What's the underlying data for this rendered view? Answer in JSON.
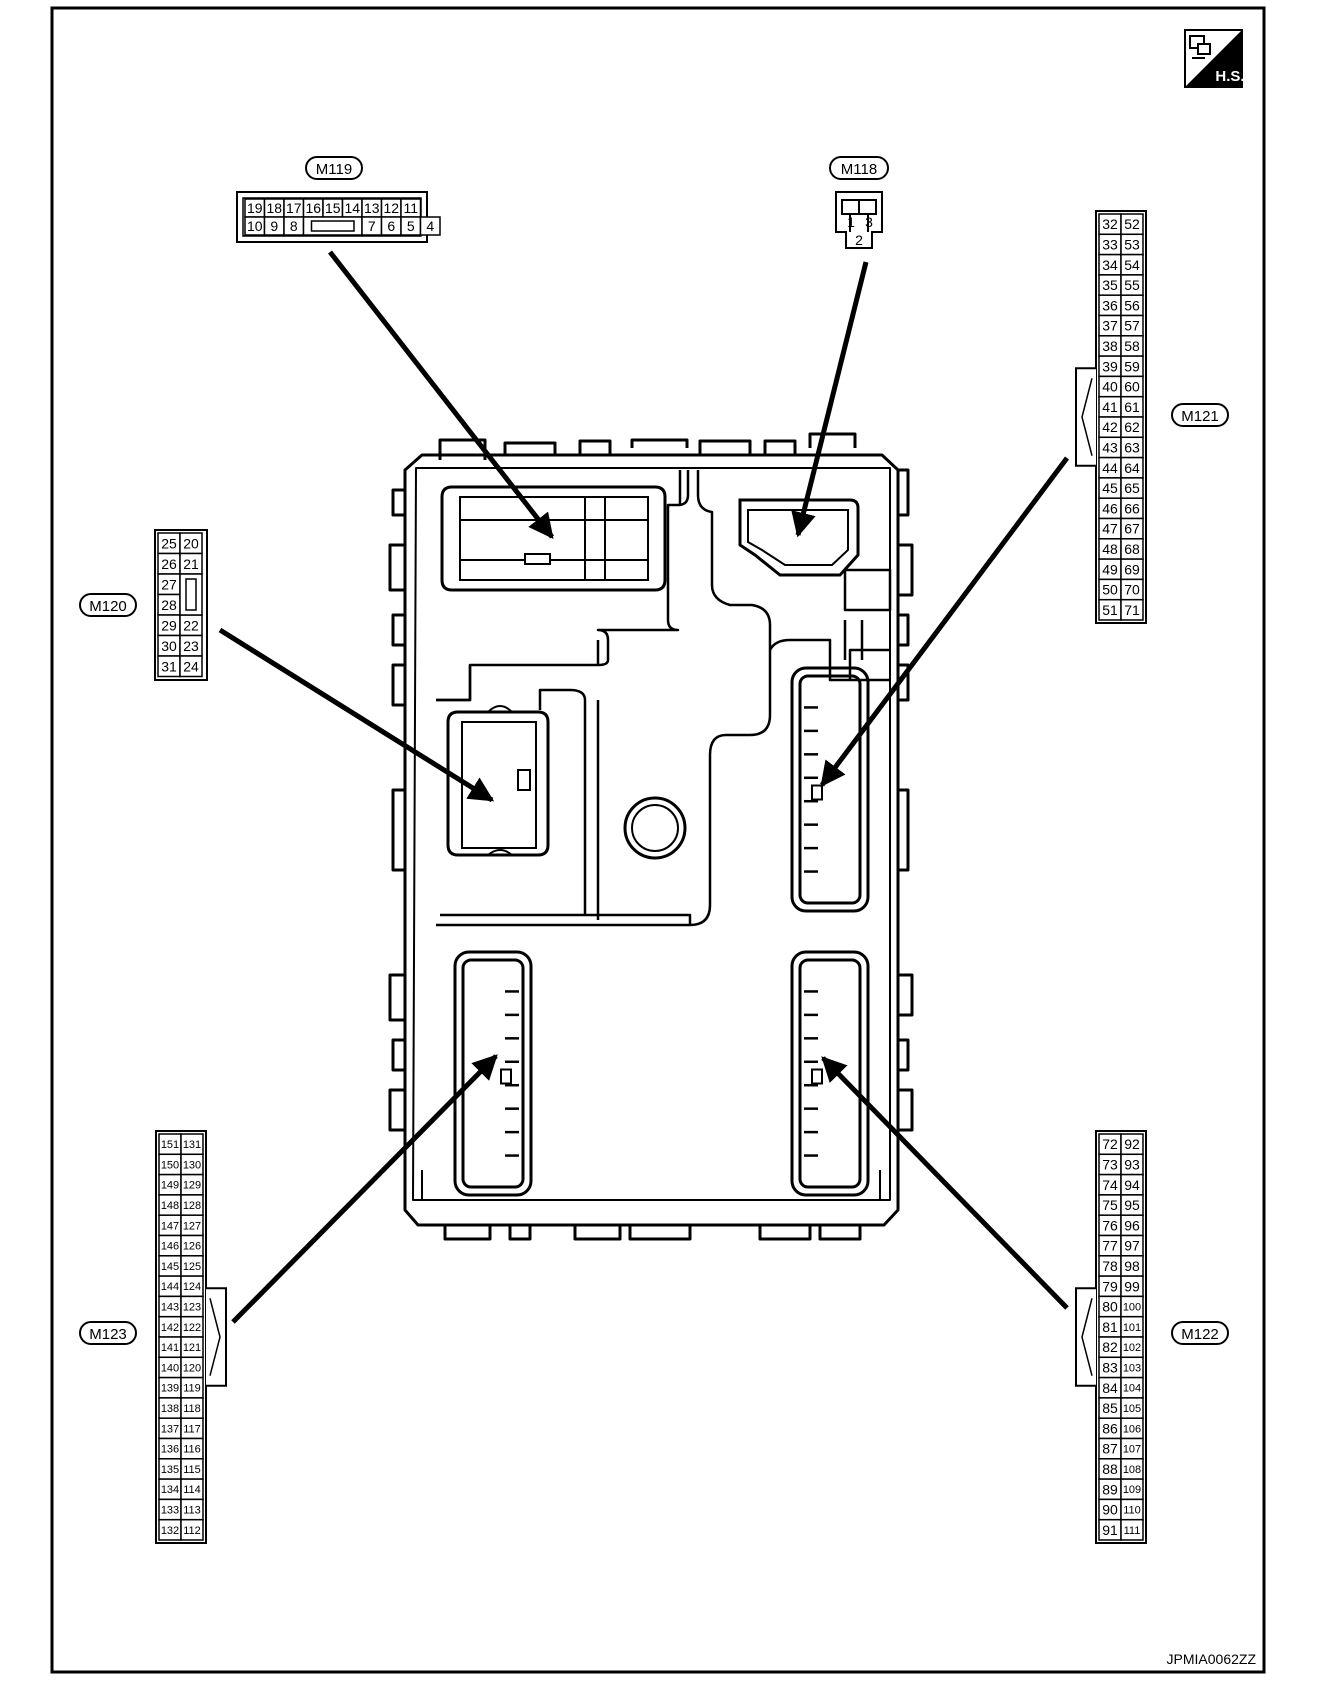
{
  "connectors": {
    "m118": {
      "label": "M118",
      "pins": {
        "top_left": "1",
        "top_right": "3",
        "bottom": "2"
      }
    },
    "m119": {
      "label": "M119",
      "row_top": [
        "19",
        "18",
        "17",
        "16",
        "15",
        "14",
        "13",
        "12",
        "11"
      ],
      "row_bottom_left": [
        "10",
        "9",
        "8"
      ],
      "row_bottom_right": [
        "7",
        "6",
        "5",
        "4"
      ]
    },
    "m120": {
      "label": "M120",
      "col_left": [
        "25",
        "26",
        "27",
        "28",
        "29",
        "30",
        "31"
      ],
      "col_right": [
        "20",
        "21",
        "",
        "",
        "22",
        "23",
        "24"
      ]
    },
    "m121": {
      "label": "M121",
      "col_left": [
        "32",
        "33",
        "34",
        "35",
        "36",
        "37",
        "38",
        "39",
        "40",
        "41",
        "42",
        "43",
        "44",
        "45",
        "46",
        "47",
        "48",
        "49",
        "50",
        "51"
      ],
      "col_right": [
        "52",
        "53",
        "54",
        "55",
        "56",
        "57",
        "58",
        "59",
        "60",
        "61",
        "62",
        "63",
        "64",
        "65",
        "66",
        "67",
        "68",
        "69",
        "70",
        "71"
      ]
    },
    "m122": {
      "label": "M122",
      "col_left": [
        "72",
        "73",
        "74",
        "75",
        "76",
        "77",
        "78",
        "79",
        "80",
        "81",
        "82",
        "83",
        "84",
        "85",
        "86",
        "87",
        "88",
        "89",
        "90",
        "91"
      ],
      "col_right": [
        "92",
        "93",
        "94",
        "95",
        "96",
        "97",
        "98",
        "99",
        "100",
        "101",
        "102",
        "103",
        "104",
        "105",
        "106",
        "107",
        "108",
        "109",
        "110",
        "111"
      ]
    },
    "m123": {
      "label": "M123",
      "col_left": [
        "151",
        "150",
        "149",
        "148",
        "147",
        "146",
        "145",
        "144",
        "143",
        "142",
        "141",
        "140",
        "139",
        "138",
        "137",
        "136",
        "135",
        "134",
        "133",
        "132"
      ],
      "col_right": [
        "131",
        "130",
        "129",
        "128",
        "127",
        "126",
        "125",
        "124",
        "123",
        "122",
        "121",
        "120",
        "119",
        "118",
        "117",
        "116",
        "115",
        "114",
        "113",
        "112"
      ]
    }
  },
  "badge": {
    "text": "H.S."
  },
  "figure_code": "JPMIA0062ZZ"
}
